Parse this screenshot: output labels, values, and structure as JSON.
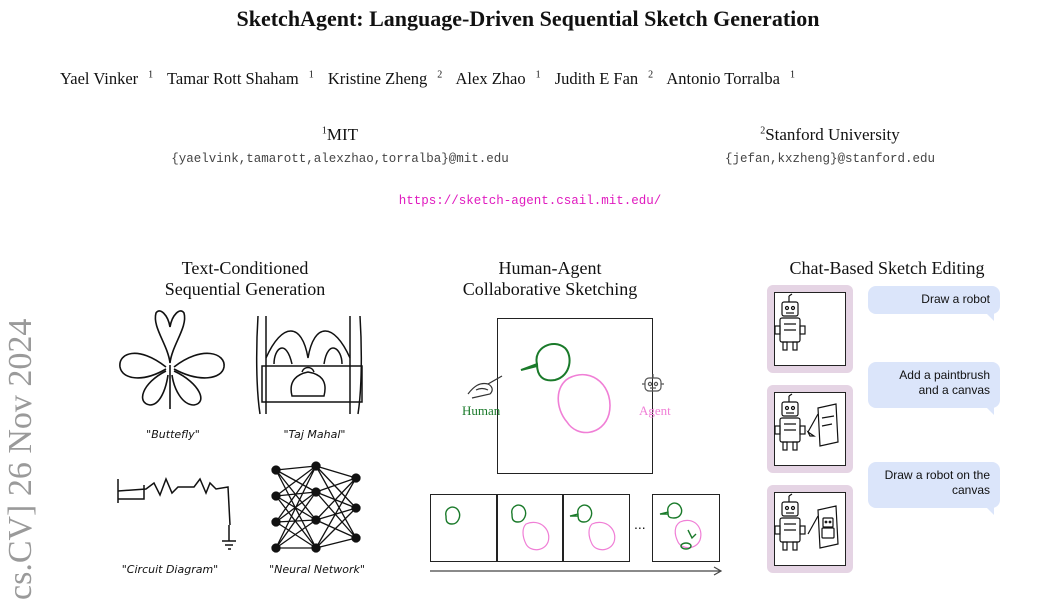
{
  "paper": {
    "title": "SketchAgent: Language-Driven Sequential Sketch Generation",
    "authors": [
      {
        "name": "Yael Vinker",
        "aff": "1"
      },
      {
        "name": "Tamar Rott Shaham",
        "aff": "1"
      },
      {
        "name": "Kristine Zheng",
        "aff": "2"
      },
      {
        "name": "Alex Zhao",
        "aff": "1"
      },
      {
        "name": "Judith E Fan",
        "aff": "2"
      },
      {
        "name": "Antonio Torralba",
        "aff": "1"
      }
    ],
    "affiliations": [
      {
        "num": "1",
        "name": "MIT",
        "emails": "{yaelvink,tamarott,alexzhao,torralba}@mit.edu"
      },
      {
        "num": "2",
        "name": "Stanford University",
        "emails": "{jefan,kxzheng}@stanford.edu"
      }
    ],
    "url": "https://sketch-agent.csail.mit.edu/",
    "arxiv_stamp": "cs.CV]  26 Nov 2024"
  },
  "figure": {
    "left_panel": {
      "title_line1": "Text-Conditioned",
      "title_line2": "Sequential Generation",
      "captions": [
        "\"Buttefly\"",
        "\"Taj Mahal\"",
        "\"Circuit Diagram\"",
        "\"Neural Network\""
      ]
    },
    "middle_panel": {
      "title_line1": "Human-Agent",
      "title_line2": "Collaborative Sketching",
      "human_label": "Human",
      "agent_label": "Agent",
      "ellipsis": "..."
    },
    "right_panel": {
      "title": "Chat-Based Sketch Editing",
      "messages": [
        "Draw a robot",
        "Add a paintbrush and a canvas",
        "Draw a robot on the canvas"
      ]
    },
    "colors": {
      "human": "#1a7a2a",
      "agent": "#f07fd6",
      "bubble": "#dbe5fa",
      "frame": "#e5d4e4",
      "link": "#e01abf"
    }
  }
}
